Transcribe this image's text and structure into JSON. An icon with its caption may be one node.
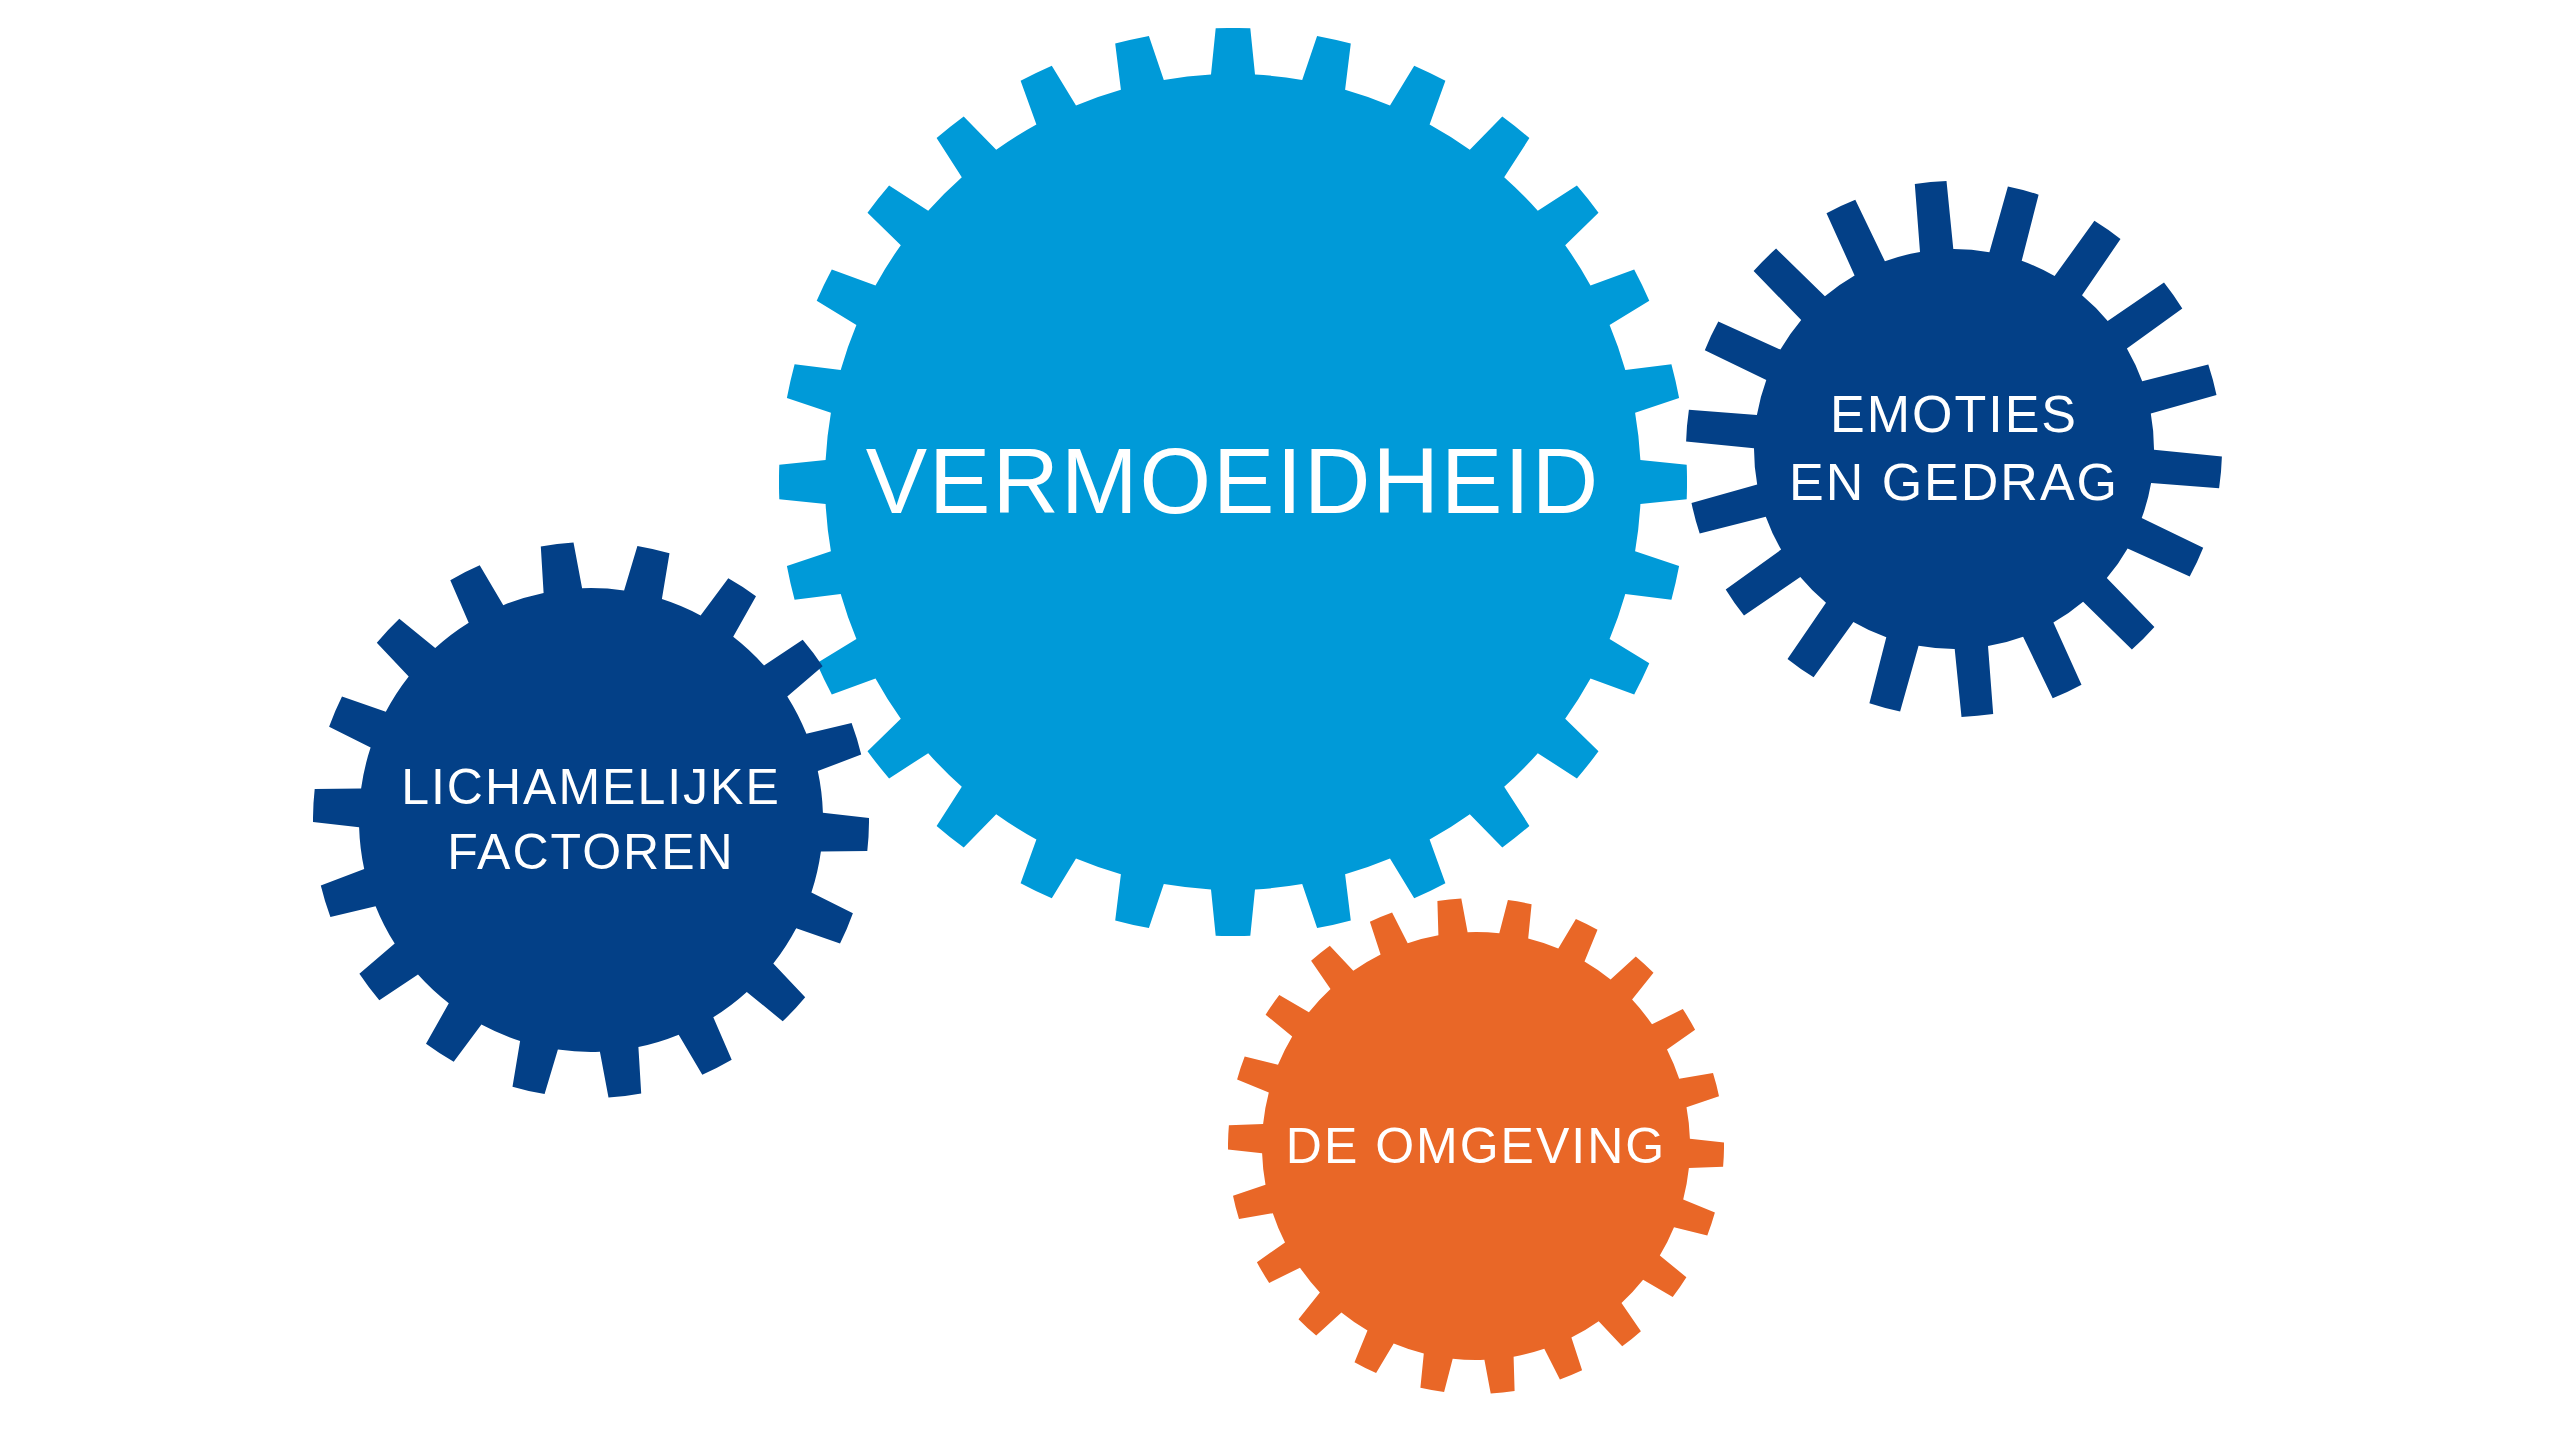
{
  "diagram": {
    "nodes": [
      {
        "text": [
          "VERMOEIDHEID"
        ]
      },
      {
        "text": [
          "EMOTIES EN GEDRAG"
        ]
      },
      {
        "text": [
          "LICHAMELIJKE FACTOREN"
        ]
      },
      {
        "text": [
          "DE OMGEVING"
        ]
      }
    ]
  }
}
